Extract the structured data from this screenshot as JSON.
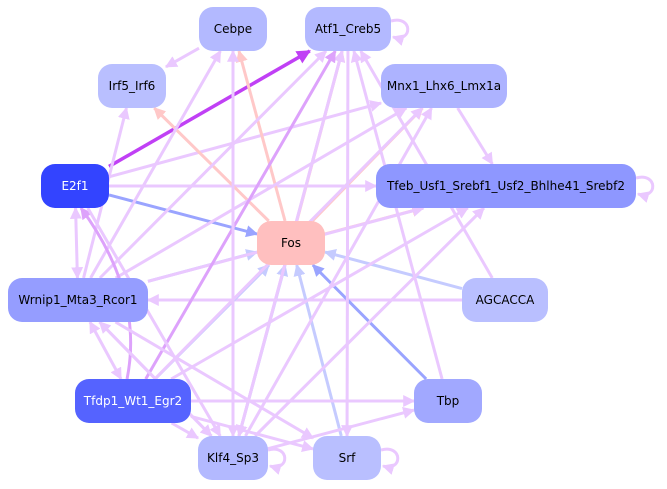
{
  "graph": {
    "title": "Transcription factor regulatory network",
    "nodes": [
      {
        "id": "cebpe",
        "label": "Cebpe",
        "fill": "#b3b9ff",
        "text": "#000000"
      },
      {
        "id": "atf1",
        "label": "Atf1_Creb5",
        "fill": "#b3b9ff",
        "text": "#000000"
      },
      {
        "id": "irf5",
        "label": "Irf5_Irf6",
        "fill": "#b9bfff",
        "text": "#000000"
      },
      {
        "id": "mnx1",
        "label": "Mnx1_Lhx6_Lmx1a",
        "fill": "#adb3ff",
        "text": "#000000"
      },
      {
        "id": "e2f1",
        "label": "E2f1",
        "fill": "#3344ff",
        "text": "#ffffff"
      },
      {
        "id": "tfeb",
        "label": "Tfeb_Usf1_Srebf1_Usf2_Bhlhe41_Srebf2",
        "fill": "#8e97ff",
        "text": "#000000"
      },
      {
        "id": "fos",
        "label": "Fos",
        "fill": "#ffbfbf",
        "text": "#000000"
      },
      {
        "id": "wrnip1",
        "label": "Wrnip1_Mta3_Rcor1",
        "fill": "#959dff",
        "text": "#000000"
      },
      {
        "id": "agcacca",
        "label": "AGCACCA",
        "fill": "#b9bfff",
        "text": "#000000"
      },
      {
        "id": "tfdp1",
        "label": "Tfdp1_Wt1_Egr2",
        "fill": "#5563ff",
        "text": "#ffffff"
      },
      {
        "id": "tbp",
        "label": "Tbp",
        "fill": "#a1a8ff",
        "text": "#000000"
      },
      {
        "id": "klf4",
        "label": "Klf4_Sp3",
        "fill": "#b3b9ff",
        "text": "#000000"
      },
      {
        "id": "srf",
        "label": "Srf",
        "fill": "#b9bfff",
        "text": "#000000"
      }
    ],
    "edge_colors": {
      "activation": "#eac8ff",
      "strong_activation": "#c040f5",
      "medium_activation": "#dda2fb",
      "to_fos_blue": "#c5cbff",
      "strong_blue": "#9aa4ff",
      "from_fos": "#ffc8c8"
    },
    "edges": [
      {
        "from": "e2f1",
        "to": "atf1",
        "type": "strong_activation"
      },
      {
        "from": "e2f1",
        "to": "fos",
        "type": "strong_blue"
      },
      {
        "from": "e2f1",
        "to": "tfeb",
        "type": "activation"
      },
      {
        "from": "e2f1",
        "to": "mnx1",
        "type": "activation"
      },
      {
        "from": "e2f1",
        "to": "wrnip1",
        "type": "activation",
        "bidirectional": true
      },
      {
        "from": "cebpe",
        "to": "irf5",
        "type": "activation"
      },
      {
        "from": "fos",
        "to": "irf5",
        "type": "from_fos"
      },
      {
        "from": "fos",
        "to": "cebpe",
        "type": "from_fos"
      },
      {
        "from": "fos",
        "to": "atf1",
        "type": "from_fos"
      },
      {
        "from": "fos",
        "to": "mnx1",
        "type": "from_fos"
      },
      {
        "from": "fos",
        "to": "tfeb",
        "type": "from_fos"
      },
      {
        "from": "atf1",
        "to": "atf1",
        "type": "activation",
        "self": true
      },
      {
        "from": "tfeb",
        "to": "tfeb",
        "type": "activation",
        "self": true
      },
      {
        "from": "klf4",
        "to": "klf4",
        "type": "activation",
        "self": true
      },
      {
        "from": "srf",
        "to": "srf",
        "type": "activation",
        "self": true
      },
      {
        "from": "mnx1",
        "to": "tfeb",
        "type": "activation"
      },
      {
        "from": "wrnip1",
        "to": "fos",
        "type": "to_fos_blue"
      },
      {
        "from": "wrnip1",
        "to": "tfeb",
        "type": "activation"
      },
      {
        "from": "wrnip1",
        "to": "atf1",
        "type": "activation"
      },
      {
        "from": "wrnip1",
        "to": "cebpe",
        "type": "activation"
      },
      {
        "from": "wrnip1",
        "to": "irf5",
        "type": "activation"
      },
      {
        "from": "wrnip1",
        "to": "mnx1",
        "type": "activation"
      },
      {
        "from": "wrnip1",
        "to": "tfdp1",
        "type": "activation",
        "bidirectional": true
      },
      {
        "from": "agcacca",
        "to": "fos",
        "type": "to_fos_blue"
      },
      {
        "from": "agcacca",
        "to": "wrnip1",
        "type": "activation"
      },
      {
        "from": "agcacca",
        "to": "atf1",
        "type": "activation"
      },
      {
        "from": "tbp",
        "to": "fos",
        "type": "strong_blue"
      },
      {
        "from": "tbp",
        "to": "atf1",
        "type": "activation"
      },
      {
        "from": "srf",
        "to": "fos",
        "type": "to_fos_blue"
      },
      {
        "from": "klf4",
        "to": "fos",
        "type": "to_fos_blue"
      },
      {
        "from": "klf4",
        "to": "atf1",
        "type": "activation"
      },
      {
        "from": "klf4",
        "to": "cebpe",
        "type": "activation"
      },
      {
        "from": "klf4",
        "to": "tfeb",
        "type": "activation"
      },
      {
        "from": "klf4",
        "to": "mnx1",
        "type": "activation"
      },
      {
        "from": "klf4",
        "to": "wrnip1",
        "type": "activation"
      },
      {
        "from": "klf4",
        "to": "tbp",
        "type": "activation"
      },
      {
        "from": "tfdp1",
        "to": "fos",
        "type": "to_fos_blue"
      },
      {
        "from": "tfdp1",
        "to": "atf1",
        "type": "medium_activation"
      },
      {
        "from": "tfdp1",
        "to": "e2f1",
        "type": "medium_activation",
        "curved": true
      },
      {
        "from": "tfdp1",
        "to": "tbp",
        "type": "activation"
      },
      {
        "from": "tfdp1",
        "to": "srf",
        "type": "activation"
      },
      {
        "from": "tfdp1",
        "to": "klf4",
        "type": "activation"
      },
      {
        "from": "tfdp1",
        "to": "tfeb",
        "type": "activation"
      },
      {
        "from": "tfdp1",
        "to": "mnx1",
        "type": "activation"
      },
      {
        "from": "cebpe",
        "to": "klf4",
        "type": "activation"
      },
      {
        "from": "atf1",
        "to": "klf4",
        "type": "activation"
      },
      {
        "from": "atf1",
        "to": "srf",
        "type": "activation"
      },
      {
        "from": "wrnip1",
        "to": "srf",
        "type": "activation"
      },
      {
        "from": "wrnip1",
        "to": "klf4",
        "type": "activation"
      },
      {
        "from": "e2f1",
        "to": "klf4",
        "type": "activation"
      }
    ]
  }
}
